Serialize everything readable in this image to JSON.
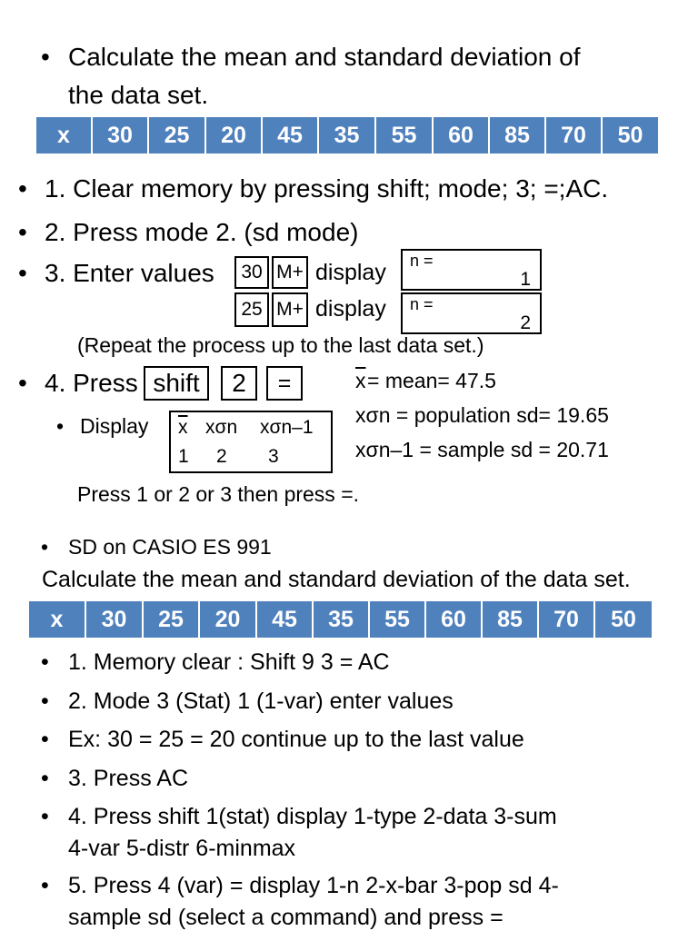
{
  "section1": {
    "intro": "Calculate the mean and standard deviation of",
    "intro_line2": "the data set.",
    "table": {
      "header": "x",
      "values": [
        "30",
        "25",
        "20",
        "45",
        "35",
        "55",
        "60",
        "85",
        "70",
        "50"
      ]
    },
    "steps": {
      "step1": "1. Clear memory by pressing shift; mode; 3; =;AC.",
      "step2": "2. Press mode 2. (sd mode)",
      "step3_label": "3. Enter values",
      "step3_row1": {
        "key1": "30",
        "key2": "M+",
        "display_word": "display",
        "screen_top": "n =",
        "screen_val": "1"
      },
      "step3_row2": {
        "key1": "25",
        "key2": "M+",
        "display_word": "display",
        "screen_top": "n =",
        "screen_val": "2"
      },
      "repeat_note": "(Repeat the process up to the last data set.)",
      "step4_label": "4. Press",
      "step4_keys": [
        "shift",
        "2",
        "="
      ],
      "display_label": "Display",
      "display_screen": {
        "row1": [
          "x",
          "xσn",
          "xσn–1"
        ],
        "row2": [
          "1",
          "2",
          "3"
        ]
      },
      "press_note": "Press 1 or 2 or 3 then press =."
    },
    "results": {
      "mean_symbol": "x",
      "mean_text": " = mean= 47.5",
      "pop_sd": "xσn = population sd= 19.65",
      "sample_sd": "xσn–1 = sample sd  = 20.71"
    }
  },
  "section2": {
    "heading": "SD on CASIO ES 991",
    "intro": "Calculate the mean and standard deviation of the data set.",
    "table": {
      "header": "x",
      "values": [
        "30",
        "25",
        "20",
        "45",
        "35",
        "55",
        "60",
        "85",
        "70",
        "50"
      ]
    },
    "steps": [
      "1. Memory clear : Shift  9  3  =  AC",
      "2. Mode 3 (Stat) 1 (1-var) enter values",
      "Ex: 30 = 25 = 20 continue up to the last value",
      "3. Press AC",
      "4. Press shift 1(stat) display 1-type 2-data 3-sum",
      "4-var 5-distr 6-minmax",
      "5. Press 4 (var) = display 1-n 2-x-bar 3-pop sd 4-",
      "sample sd (select a command) and press ="
    ]
  },
  "colors": {
    "table_fill": "#4f81bd",
    "table_text": "#ffffff",
    "text": "#000000"
  },
  "bullet": "•"
}
